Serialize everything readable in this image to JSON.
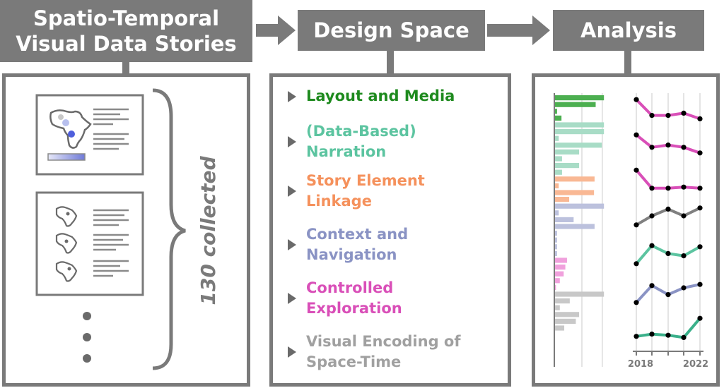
{
  "headers": {
    "stories_line1": "Spatio-Temporal",
    "stories_line2": "Visual Data Stories",
    "design_space": "Design Space",
    "analysis": "Analysis"
  },
  "collected_label": "130 collected",
  "design_space_items": [
    {
      "label": "Layout and Media",
      "color": "#1e8a1e"
    },
    {
      "label": "(Data-Based)\nNarration",
      "color": "#5cc4a0"
    },
    {
      "label": "Story Element\nLinkage",
      "color": "#f5915c"
    },
    {
      "label": "Context and\nNavigation",
      "color": "#8a93c4"
    },
    {
      "label": "Controlled\nExploration",
      "color": "#d94fb8"
    },
    {
      "label": "Visual Encoding of\nSpace-Time",
      "color": "#a0a0a0"
    }
  ],
  "chart_data": {
    "type": "bar",
    "x_ticks": [
      "2018",
      "2022"
    ],
    "bar_groups": [
      {
        "color": "#4caf50",
        "values": [
          0.9,
          0.75,
          0.05,
          0.13
        ]
      },
      {
        "color": "#a8dcc6",
        "values": [
          0.9,
          0.9,
          0.08,
          0.86,
          0.45,
          0.14,
          0.45,
          0.14
        ]
      },
      {
        "color": "#f9b894",
        "values": [
          0.73,
          0.08,
          0.72,
          0.27
        ]
      },
      {
        "color": "#bcc1dd",
        "values": [
          0.9,
          0.08,
          0.35,
          0.73,
          0.05,
          0.05,
          0.05,
          0.05
        ]
      },
      {
        "color": "#f0a0dc",
        "values": [
          0.23,
          0.2,
          0.17,
          0.1,
          0.03
        ]
      },
      {
        "color": "#c8c8c8",
        "values": [
          0.9,
          0.28,
          0.1,
          0.45,
          0.39,
          0.18
        ]
      }
    ],
    "line_series": [
      {
        "color": "#d94fb8",
        "values": [
          0.9,
          0.2,
          0.2,
          0.3,
          0.05
        ]
      },
      {
        "color": "#d94fb8",
        "values": [
          0.9,
          0.35,
          0.45,
          0.35,
          0.1
        ]
      },
      {
        "color": "#d94fb8",
        "values": [
          0.9,
          0.1,
          0.1,
          0.15,
          0.1
        ]
      },
      {
        "color": "#808080",
        "values": [
          0.1,
          0.5,
          0.8,
          0.5,
          0.85
        ]
      },
      {
        "color": "#5cc4a0",
        "values": [
          0.1,
          0.9,
          0.55,
          0.45,
          0.85
        ]
      },
      {
        "color": "#8a93c4",
        "values": [
          0.1,
          0.85,
          0.45,
          0.75,
          0.9
        ]
      },
      {
        "color": "#3ab08a",
        "values": [
          0.1,
          0.2,
          0.15,
          0.05,
          0.9
        ]
      }
    ]
  }
}
